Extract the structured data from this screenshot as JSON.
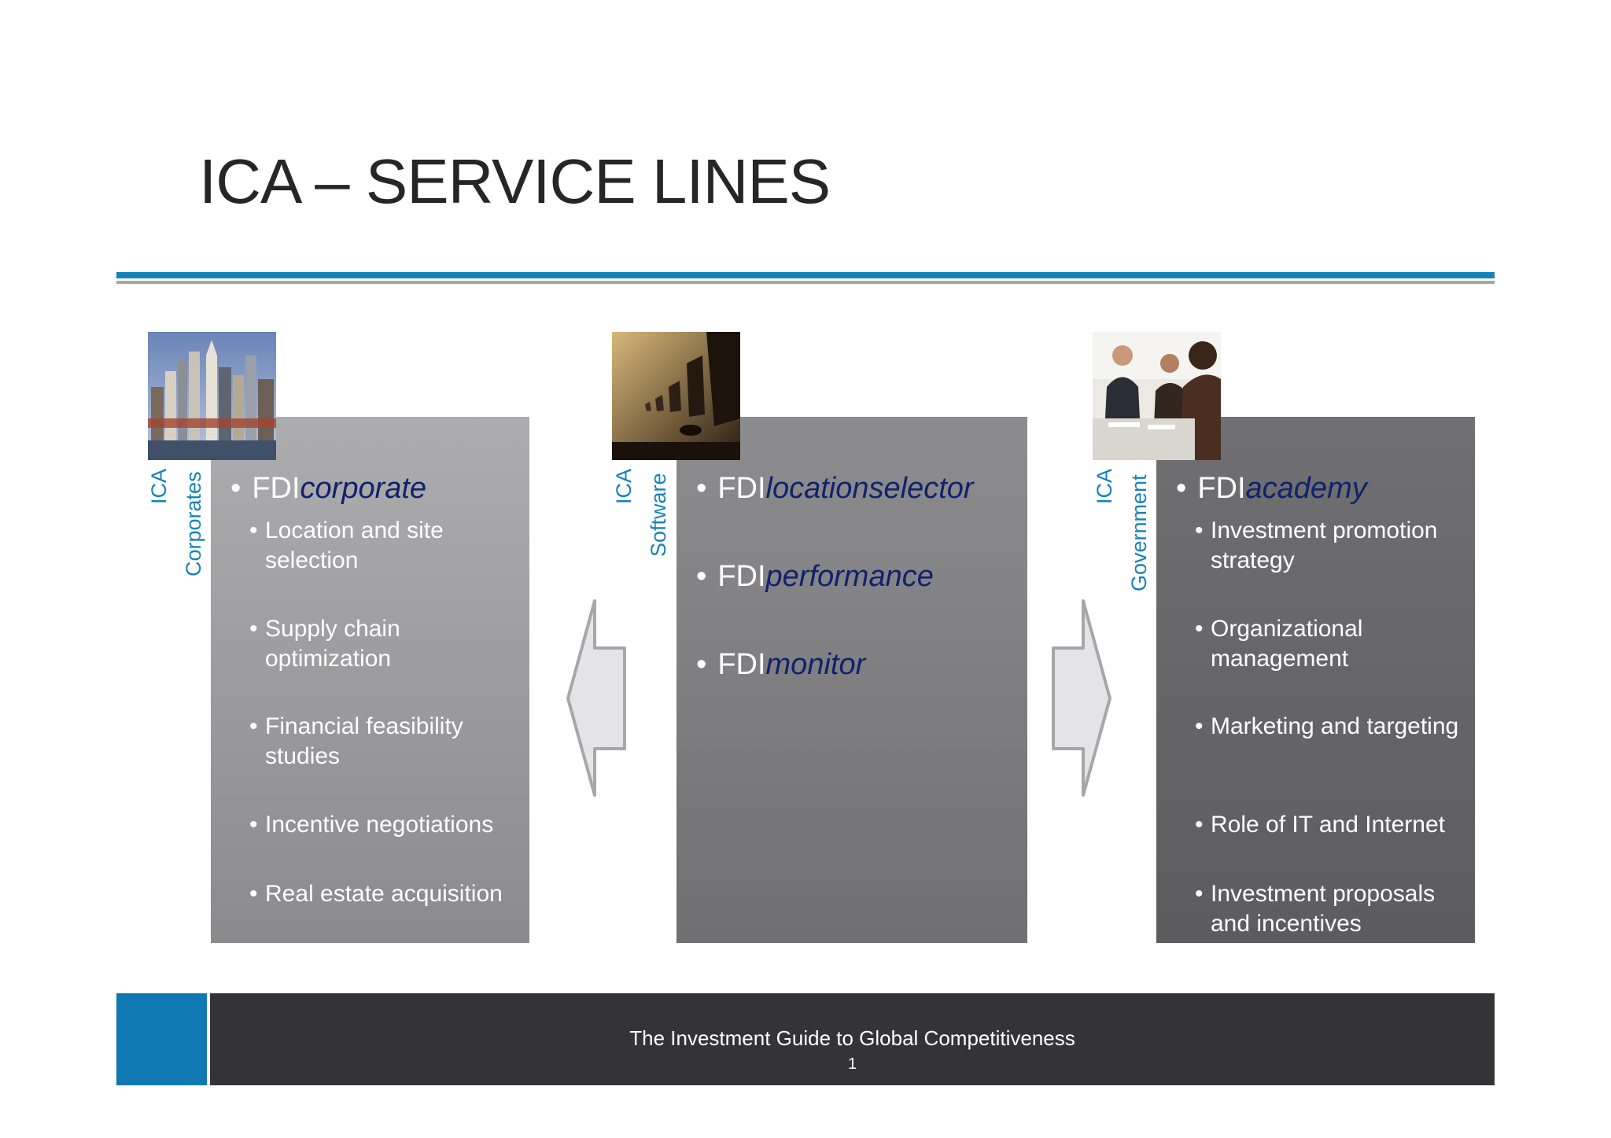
{
  "title": "ICA – SERVICE LINES",
  "left": {
    "label_primary": "ICA",
    "label_secondary": "Corporates",
    "product": {
      "prefix": "FDI",
      "name": "corporate"
    },
    "items": [
      "Location and site selection",
      "Supply chain optimization",
      "Financial feasibility studies",
      "Incentive negotiations",
      "Real estate acquisition"
    ]
  },
  "middle": {
    "label_primary": "ICA",
    "label_secondary": "Software",
    "products": [
      {
        "prefix": "FDI",
        "name": "locationselector"
      },
      {
        "prefix": "FDI",
        "name": "performance"
      },
      {
        "prefix": "FDI",
        "name": "monitor"
      }
    ]
  },
  "right": {
    "label_primary": "ICA",
    "label_secondary": "Government",
    "product": {
      "prefix": "FDI",
      "name": "academy"
    },
    "items": [
      "Investment promotion strategy",
      "Organizational management",
      "Marketing and targeting",
      "Role of IT and Internet",
      "Investment proposals and incentives"
    ]
  },
  "footer": {
    "text": "The Investment Guide to Global Competitiveness",
    "page": "1"
  },
  "colors": {
    "accent": "#1583b8",
    "product_text": "#10226b",
    "footer_bg": "#343436"
  },
  "icons": [
    "city-skyline-photo",
    "office-monitors-photo",
    "business-meeting-photo",
    "left-arrow-icon",
    "right-arrow-icon"
  ]
}
